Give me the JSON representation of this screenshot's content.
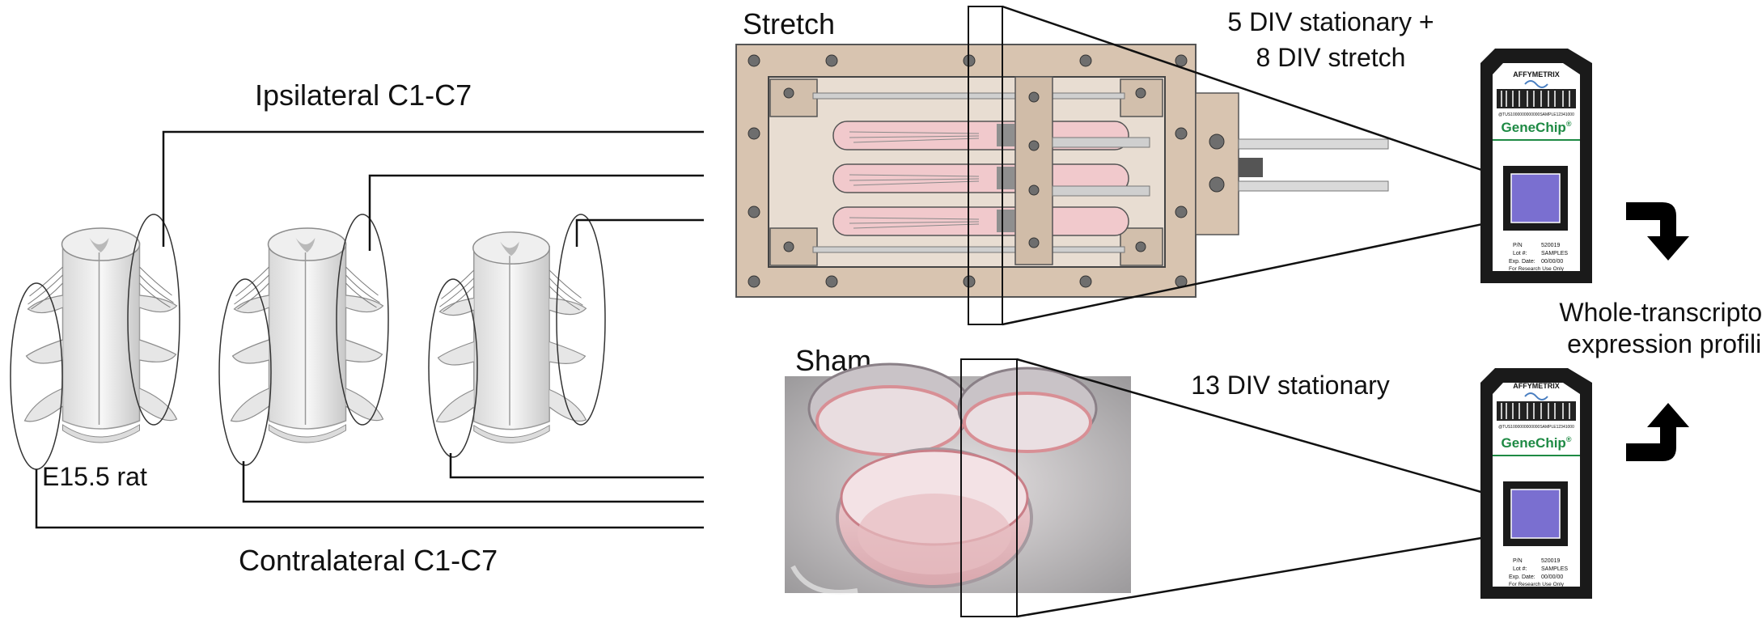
{
  "labels": {
    "ipsilateral": "Ipsilateral C1-C7",
    "contralateral": "Contralateral C1-C7",
    "e15": "E15.5 rat",
    "stretch": "Stretch",
    "sham": "Sham",
    "stretch_condition_line1": "5 DIV stationary +",
    "stretch_condition_line2": "8 DIV stretch",
    "sham_condition": "13 DIV stationary",
    "profiling_line1": "Whole-transcriptome",
    "profiling_line2": "expression profiling"
  },
  "genechip": {
    "brand": "AFFYMETRIX",
    "name": "GeneChip",
    "pn_label": "P/N",
    "pn_value": "520019",
    "lot_label": "Lot #:",
    "lot_value": "SAMPLES",
    "exp_label": "Exp. Date:",
    "exp_value": "00/00/00",
    "footer": "For Research Use Only",
    "barcode_text": "@TUS1000000000000SAMPLE12341000"
  },
  "colors": {
    "device_plate": "#d8c4b0",
    "device_inner": "#e8ddd2",
    "channel_pink": "#f1c9cc",
    "chip_body": "#1a1a1a",
    "chip_face": "#ffffff",
    "chip_array": "#7a6fd0",
    "genechip_green": "#1e8a44",
    "dish_pink": "#d88f95",
    "arrow": "#000000"
  }
}
